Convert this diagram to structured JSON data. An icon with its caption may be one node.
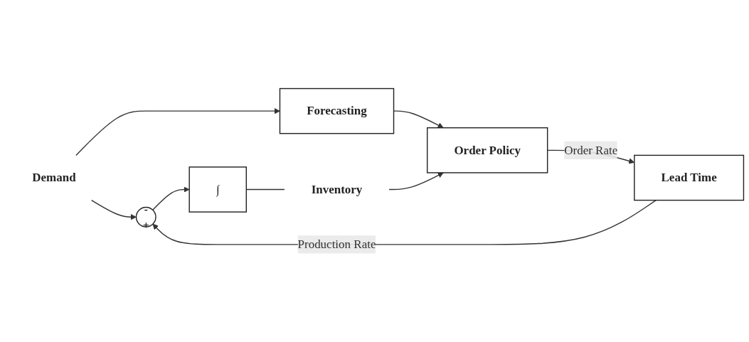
{
  "diagram": {
    "nodes": [
      {
        "text": [
          "Demand"
        ]
      },
      {
        "text": [
          "Forecasting"
        ]
      },
      {
        "text": [
          "Order Policy"
        ]
      },
      {
        "text": [
          "Lead Time"
        ]
      },
      {
        "text": [
          "-",
          "+"
        ]
      },
      {
        "text": [
          "∫"
        ]
      },
      {
        "text": [
          "Inventory"
        ]
      }
    ],
    "edges": [
      {
        "from": 0,
        "to": 4,
        "arrow": "to"
      },
      {
        "from": 0,
        "to": 1,
        "arrow": "to"
      },
      {
        "from": 1,
        "to": 2,
        "arrow": "to"
      },
      {
        "from": 2,
        "to": 3,
        "arrow": "to",
        "label": "Order Rate"
      },
      {
        "from": 3,
        "to": 4,
        "arrow": "to",
        "label": "Production Rate"
      },
      {
        "from": 4,
        "to": 5,
        "arrow": "to"
      },
      {
        "from": 5,
        "to": 6,
        "arrow": "none"
      },
      {
        "from": 6,
        "to": 2,
        "arrow": "to"
      }
    ]
  }
}
